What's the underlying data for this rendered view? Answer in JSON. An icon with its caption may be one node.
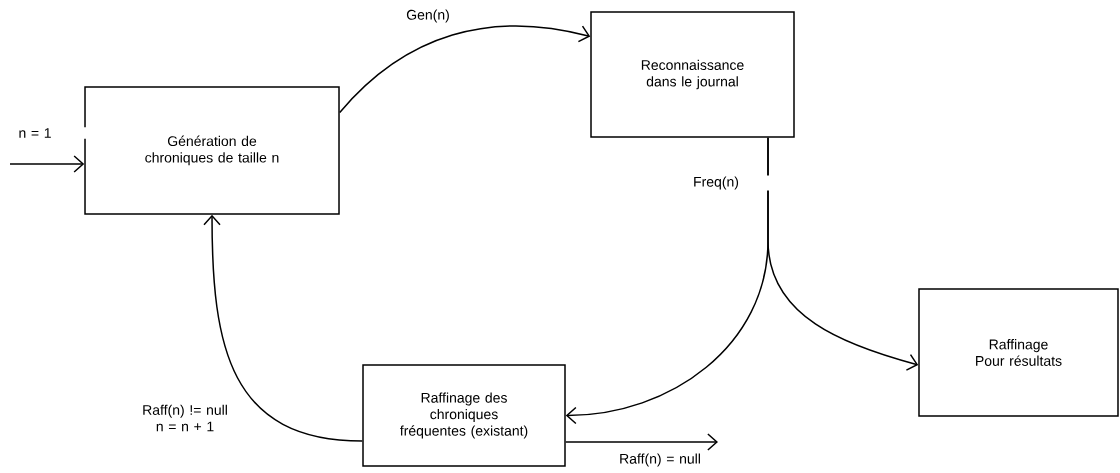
{
  "diagram": {
    "nodes": [
      {
        "text": [
          "Génération de chroniques de taille n"
        ]
      },
      {
        "text": [
          "Reconnaissance dans le journal"
        ]
      },
      {
        "text": [
          "Raffinage des chroniques fréquentes (existant)"
        ]
      },
      {
        "text": [
          "Raffinage Pour résultats"
        ]
      }
    ],
    "edges": [
      {
        "from": null,
        "to": 0,
        "arrow": "to",
        "label": "n = 1"
      },
      {
        "from": 0,
        "to": 1,
        "arrow": "to",
        "label": "Gen(n)"
      },
      {
        "from": 1,
        "to": 2,
        "arrow": "to",
        "label": "Freq(n)"
      },
      {
        "from": 1,
        "to": 3,
        "arrow": "to"
      },
      {
        "from": 2,
        "to": 0,
        "arrow": "to",
        "label": "Raff(n) != null n = n + 1"
      },
      {
        "from": 2,
        "to": null,
        "arrow": "to",
        "label": "Raff(n)  = null"
      }
    ]
  }
}
